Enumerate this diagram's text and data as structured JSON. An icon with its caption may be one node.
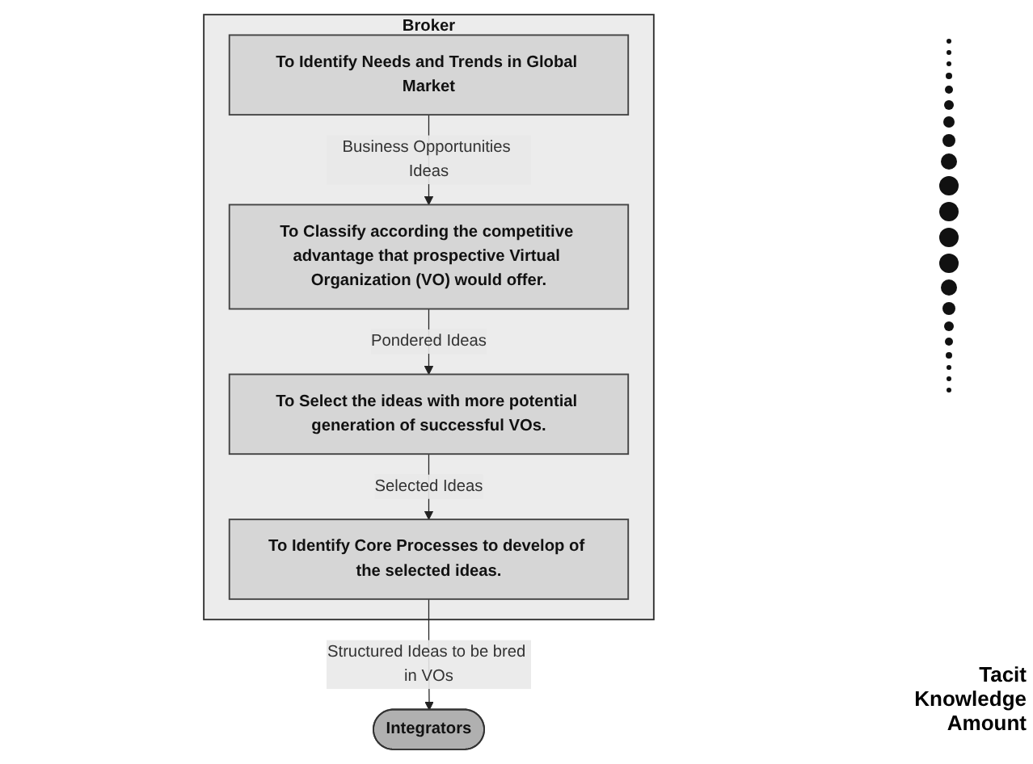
{
  "diagram": {
    "nodes": [
      {
        "text": [
          "Broker"
        ]
      },
      {
        "text": [
          "To Identify Needs and Trends in Global Market"
        ],
        "in": 0
      },
      {
        "text": [
          "To Classify according the competitive advantage that prospective Virtual Organization (VO) would offer."
        ],
        "in": 0
      },
      {
        "text": [
          "To Select the ideas with more potential generation of successful VOs."
        ],
        "in": 0
      },
      {
        "text": [
          "To Identify Core Processes to develop of the selected ideas."
        ],
        "in": 0
      },
      {
        "text": [
          "Integrators"
        ]
      }
    ],
    "edges": [
      {
        "from": 1,
        "to": 2,
        "arrow": "to",
        "label": "Business Opportunities Ideas"
      },
      {
        "from": 2,
        "to": 3,
        "arrow": "to",
        "label": "Pondered Ideas"
      },
      {
        "from": 3,
        "to": 4,
        "arrow": "to",
        "label": "Selected Ideas"
      },
      {
        "from": 4,
        "to": 5,
        "arrow": "to",
        "label": "Structured Ideas to be bred in VOs"
      }
    ],
    "labels": [
      "Tacit Knowledge Amount"
    ]
  }
}
